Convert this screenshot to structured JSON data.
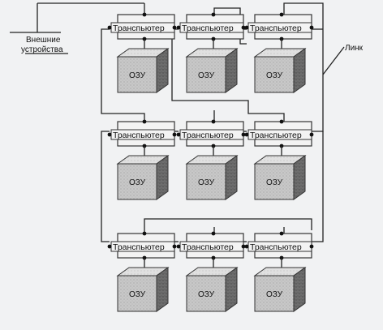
{
  "external_devices": {
    "line1": "Внешние",
    "line2": "устройства"
  },
  "link_label": "Линк",
  "transputer_label": "Транспьютер",
  "ram_label": "ОЗУ",
  "grid": {
    "rows": 3,
    "cols": 3
  },
  "colors": {
    "background": "#f1f2f3",
    "line": "#222222",
    "cube_front": "#cfcfcf",
    "cube_top": "#e4e4e4",
    "cube_side": "#8a8a8a"
  }
}
